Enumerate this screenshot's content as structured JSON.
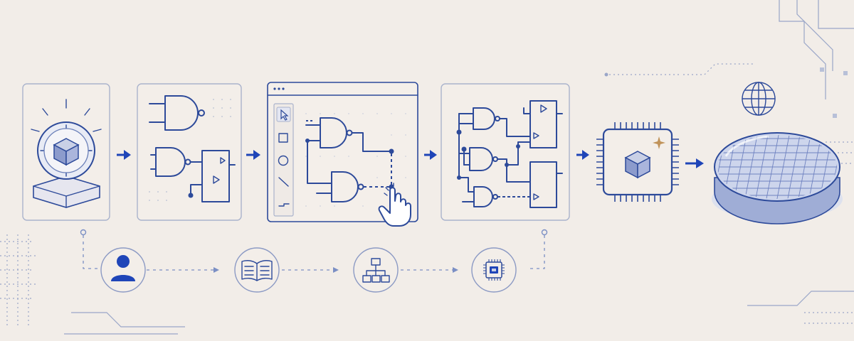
{
  "colors": {
    "background": "#f2ede8",
    "ink": "#2d4a9a",
    "accent": "#1f45b8",
    "panel_border": "#aab3cc",
    "spark": "#c0935a"
  },
  "stages": [
    {
      "name": "idea-stage",
      "icon": "idea-cube-icon"
    },
    {
      "name": "logic-gates-stage",
      "icon": "logic-gates-icon"
    },
    {
      "name": "schematic-editor-stage",
      "icon": "schematic-editor-window"
    },
    {
      "name": "circuit-network-stage",
      "icon": "circuit-network-icon"
    },
    {
      "name": "chip-stage",
      "icon": "chip-icon"
    },
    {
      "name": "wafer-stage",
      "icon": "silicon-wafer-icon"
    }
  ],
  "lower_flow": [
    "user-icon",
    "book-icon",
    "hierarchy-icon",
    "chip-small-icon"
  ],
  "editor_tools": [
    "cursor-icon",
    "square-icon",
    "circle-icon",
    "line-icon",
    "wire-icon"
  ],
  "extras": [
    "globe-icon",
    "sparkle-icon",
    "hand-pointer-icon"
  ]
}
